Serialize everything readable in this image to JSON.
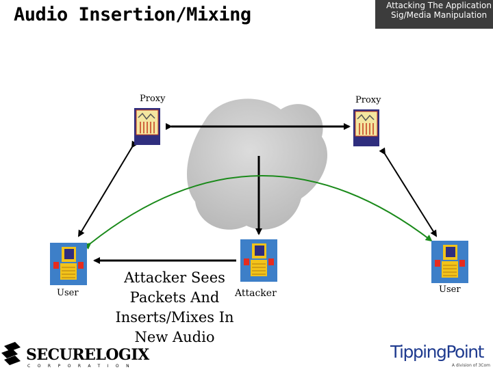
{
  "slide": {
    "title": "Audio Insertion/Mixing",
    "banner_line1": "Attacking The Application",
    "banner_line2": "Sig/Media Manipulation"
  },
  "nodes": {
    "proxy_left": "Proxy",
    "proxy_right": "Proxy",
    "user_left": "User",
    "attacker": "Attacker",
    "user_right": "User"
  },
  "caption": {
    "line1": "Attacker Sees",
    "line2": "Packets And",
    "line3": "Inserts/Mixes In",
    "line4": "New Audio"
  },
  "logos": {
    "securelogix": "SecureLogix",
    "securelogix_tagline": "C O R P O R A T I O N",
    "tippingpoint": "TippingPoint",
    "tippingpoint_tagline": "A division of 3Com"
  },
  "colors": {
    "banner_bg": "#3c3c3c",
    "cloud": "#c8c8c8",
    "proxy_panel": "#f4e6a0",
    "proxy_base": "#2f2e7e",
    "device_frame": "#3d7fc8",
    "device_red": "#e62b1e",
    "device_yellow": "#f2c31a",
    "media_arc": "#1a8a1a"
  }
}
